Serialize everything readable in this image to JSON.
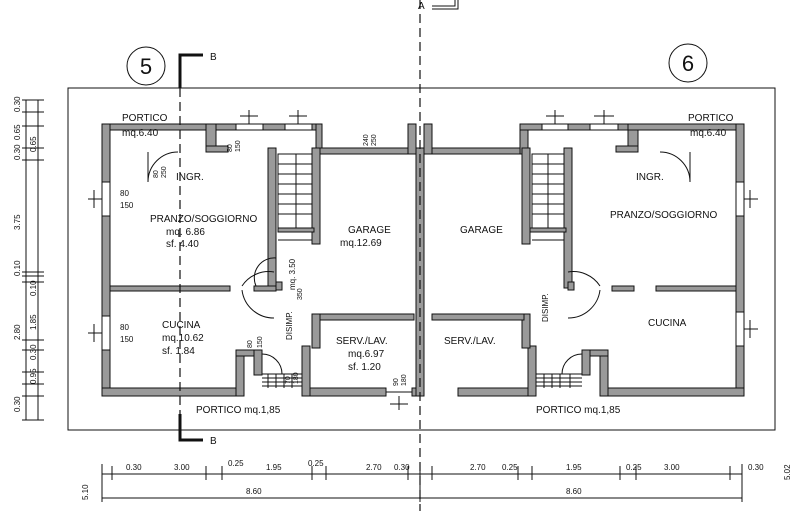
{
  "section_marks": {
    "top": "A",
    "left": "B",
    "bottom": "B"
  },
  "units": {
    "left": "5",
    "right": "6"
  },
  "rooms": {
    "porch_top_left": {
      "name": "PORTICO",
      "area": "mq.6.40"
    },
    "porch_top_right": {
      "name": "PORTICO",
      "area": "mq.6.40"
    },
    "entry_left": "INGR.",
    "entry_right": "INGR.",
    "living_left": {
      "name": "PRANZO/SOGGIORNO",
      "area": "mq. 6.86",
      "sf": "sf. 4.40"
    },
    "living_right": {
      "name": "PRANZO/SOGGIORNO"
    },
    "garage_left": {
      "name": "GARAGE",
      "area": "mq.12.69"
    },
    "garage_right": {
      "name": "GARAGE"
    },
    "kitchen_left": {
      "name": "CUCINA",
      "area": "mq.10.62",
      "sf": "sf. 1.84"
    },
    "kitchen_right": {
      "name": "CUCINA"
    },
    "service_left": {
      "name": "SERV./LAV.",
      "area": "mq.6.97",
      "sf": "sf. 1.20"
    },
    "service_right": {
      "name": "SERV./LAV."
    },
    "disimp_left": "DISIMP.",
    "disimp_right": "DISIMP.",
    "stair_note": "mq. 3.50",
    "porch_bottom_left": "PORTICO  mq.1,85",
    "porch_bottom_right": "PORTICO  mq.1,85"
  },
  "opening_labels": {
    "w_80": "80",
    "w_150": "150",
    "w_240": "240",
    "w_250": "250",
    "w_350": "350",
    "w_70": "70",
    "w_90": "90",
    "w_180": "180"
  },
  "dims_left": [
    "0.30",
    "0.65",
    "0.30",
    "0.65",
    "3.75",
    "0.10",
    "0.10",
    "1.85",
    "2.80",
    "0.30",
    "0.95",
    "0.30"
  ],
  "dims_bottom_row1": [
    "0.30",
    "3.00",
    "0.25",
    "1.95",
    "0.25",
    "2.70",
    "0.30",
    "2.70",
    "0.25",
    "1.95",
    "0.25",
    "3.00",
    "0.30"
  ],
  "dims_bottom_row2": [
    "8.60",
    "8.60"
  ],
  "dims_corner_left": "5.10",
  "dims_corner_right": "5.02"
}
